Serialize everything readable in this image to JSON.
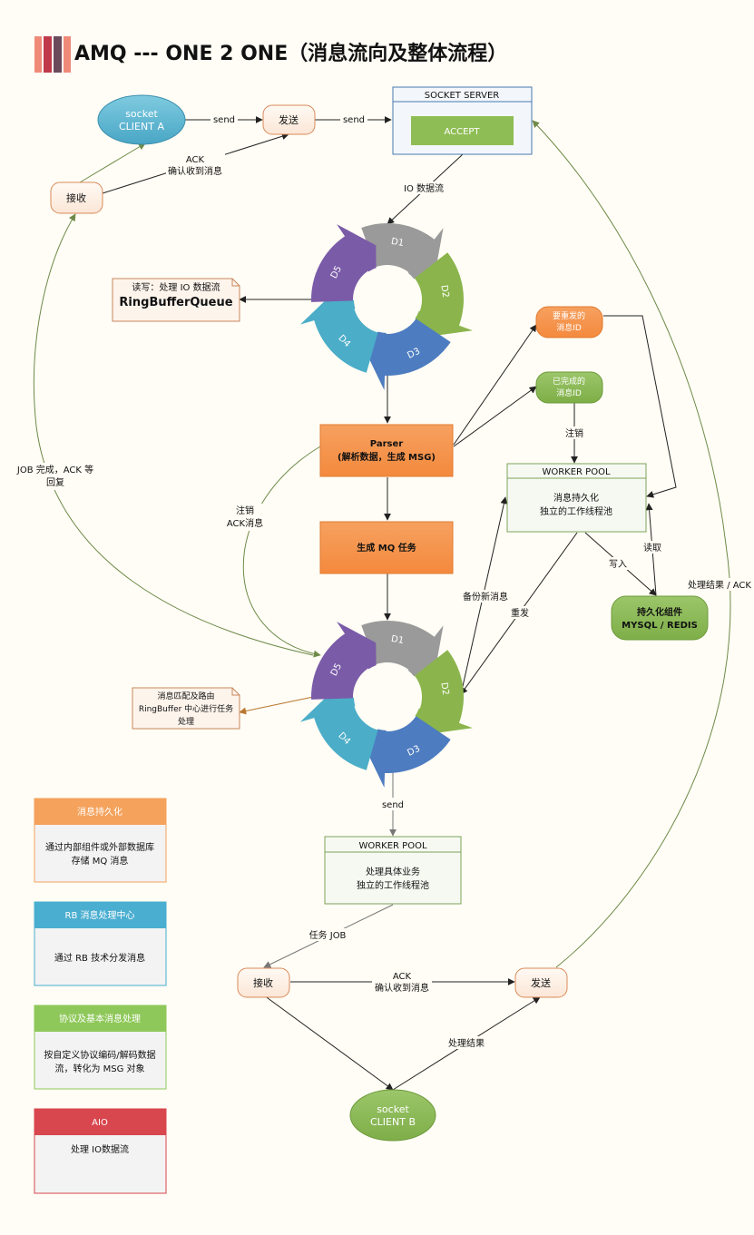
{
  "title": "AMQ --- ONE 2 ONE（消息流向及整体流程）",
  "nodes": {
    "client_a": [
      "socket",
      "CLIENT A"
    ],
    "send_top": "发送",
    "recv_top": "接收",
    "socket_server_title": "SOCKET SERVER",
    "accept": "ACCEPT",
    "ring_note": [
      "读写：处理 IO 数据流",
      "RingBufferQueue"
    ],
    "parser": [
      "Parser",
      "(解析数据，生成 MSG)"
    ],
    "gen_task": "生成 MQ 任务",
    "resend_ids": [
      "要重发的",
      "消息ID"
    ],
    "done_ids": [
      "已完成的",
      "消息ID"
    ],
    "worker_pool_1_title": "WORKER POOL",
    "worker_pool_1_body": [
      "消息持久化",
      "独立的工作线程池"
    ],
    "persist_component": [
      "持久化组件",
      "MYSQL / REDIS"
    ],
    "match_note": [
      "消息匹配及路由",
      "RingBuffer 中心进行任务",
      "处理"
    ],
    "worker_pool_2_title": "WORKER POOL",
    "worker_pool_2_body": [
      "处理具体业务",
      "独立的工作线程池"
    ],
    "recv_bottom": "接收",
    "send_bottom": "发送",
    "client_b": [
      "socket",
      "CLIENT B"
    ]
  },
  "ring_segments": [
    "D1",
    "D2",
    "D3",
    "D4",
    "D5"
  ],
  "edge_labels": {
    "send1": "send",
    "send2": "send",
    "ack_top": [
      "ACK",
      "确认收到消息"
    ],
    "io_stream": "IO 数据流",
    "cancel1": "注销",
    "cancel_ack": [
      "注销",
      "ACK消息"
    ],
    "job_done": [
      "JOB 完成，ACK 等",
      "回复"
    ],
    "write": "写入",
    "read": "读取",
    "backup": "备份新消息",
    "resend": "重发",
    "result_ack": "处理结果 / ACK",
    "send3": "send",
    "task_job": "任务 JOB",
    "ack_bottom": [
      "ACK",
      "确认收到消息"
    ],
    "result": "处理结果"
  },
  "legend": [
    {
      "header": "消息持久化",
      "body": [
        "通过内部组件或外部数据库",
        "存储 MQ 消息"
      ],
      "color": "#f5a25c"
    },
    {
      "header": "RB 消息处理中心",
      "body": [
        "通过 RB 技术分发消息"
      ],
      "color": "#4aaed0"
    },
    {
      "header": "协议及基本消息处理",
      "body": [
        "按自定义协议编码/解码数据",
        "流，转化为 MSG 对象"
      ],
      "color": "#8fc85a"
    },
    {
      "header": "AIO",
      "body": [
        "处理 IO数据流"
      ],
      "color": "#d8464e"
    }
  ],
  "colors": {
    "orange": "#f7923f",
    "green": "#8ab84f",
    "blue_client": "#5ab4cf",
    "ring_d1": "#9a9a9a",
    "ring_d2": "#8bb54c",
    "ring_d3": "#4d7cc0",
    "ring_d4": "#4badc8",
    "ring_d5": "#7a5ba8",
    "edge": "#6e8a4a"
  }
}
